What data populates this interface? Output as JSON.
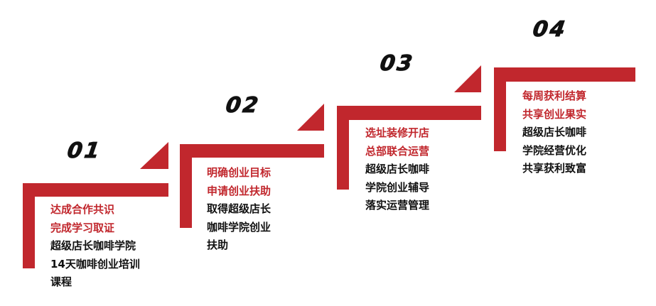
{
  "colors": {
    "accent": "#c1272d",
    "text": "#111111",
    "background": "#ffffff"
  },
  "steps": [
    {
      "number": "01",
      "highlight": [
        "达成合作共识",
        "完成学习取证"
      ],
      "lines": [
        "超级店长咖啡学院",
        "14天咖啡创业培训",
        "课程"
      ]
    },
    {
      "number": "02",
      "highlight": [
        "明确创业目标",
        "申请创业扶助"
      ],
      "lines": [
        "取得超级店长",
        "咖啡学院创业",
        "扶助"
      ]
    },
    {
      "number": "03",
      "highlight": [
        "选址装修开店",
        "总部联合运营"
      ],
      "lines": [
        "超级店长咖啡",
        "学院创业辅导",
        "落实运营管理"
      ]
    },
    {
      "number": "04",
      "highlight": [
        "每周获利结算",
        "共享创业果实"
      ],
      "lines": [
        "超级店长咖啡",
        "学院经营优化",
        "共享获利致富"
      ]
    }
  ]
}
